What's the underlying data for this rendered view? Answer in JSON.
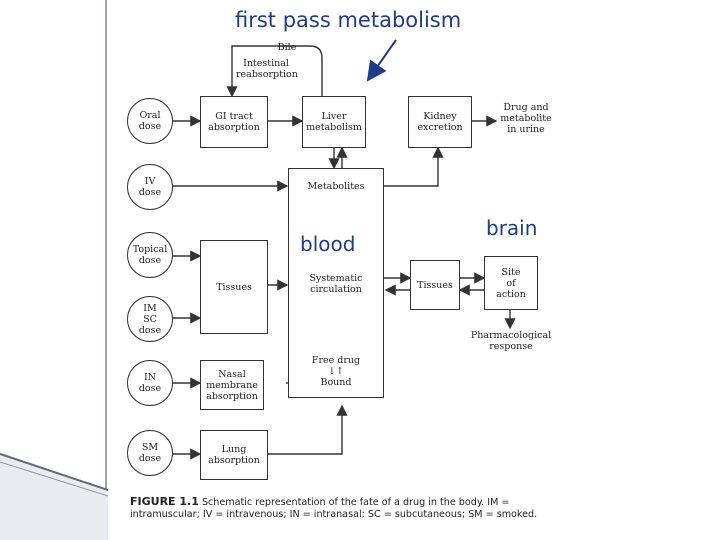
{
  "header": {
    "title": "first pass metabolism"
  },
  "overlays": {
    "blood": "blood",
    "brain": "brain"
  },
  "doses": {
    "oral": "Oral\ndose",
    "iv": "IV\ndose",
    "topical": "Topical\ndose",
    "im_sc": "IM\nSC\ndose",
    "in": "IN\ndose",
    "sm": "SM\ndose"
  },
  "boxes": {
    "gi": "GI tract\nabsorption",
    "liver": "Liver\nmetabolism",
    "kidney": "Kidney\nexcretion",
    "tissues_left": "Tissues",
    "nasal": "Nasal\nmembrane\nabsorption",
    "lung": "Lung\nabsorption",
    "tissues_right": "Tissues",
    "site": "Site\nof\naction"
  },
  "labels": {
    "bile": "Bile",
    "intestinal": "Intestinal\nreabsorption",
    "drug_urine": "Drug and\nmetabolite\nin urine",
    "metabolites": "Metabolites",
    "systematic": "Systematic\ncirculation",
    "free_drug": "Free drug\n↓↑\nBound",
    "pharm_response": "Pharmacological\nresponse"
  },
  "caption": {
    "figure": "FIGURE 1.1",
    "text": "Schematic representation of the fate of a drug in the body. IM = intramuscular; IV = intravenous; IN = intranasal; SC = subcutaneous; SM = smoked."
  },
  "colors": {
    "annotation": "#1f3c88",
    "diagram": "#333333",
    "border": "#9aa3ad"
  }
}
